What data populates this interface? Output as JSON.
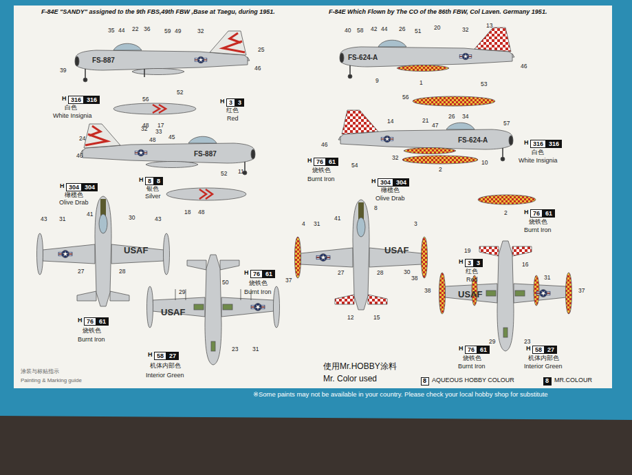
{
  "diagram": {
    "nodes": [
      {
        "text": [
          "316"
        ]
      },
      {
        "text": [
          "316"
        ]
      },
      {
        "text": [
          "3"
        ]
      },
      {
        "text": [
          "3"
        ]
      },
      {
        "text": [
          "8"
        ]
      },
      {
        "text": [
          "8"
        ]
      },
      {
        "text": [
          "304"
        ]
      },
      {
        "text": [
          "304"
        ]
      },
      {
        "text": [
          "76"
        ]
      },
      {
        "text": [
          "61"
        ]
      },
      {
        "text": [
          "76"
        ]
      },
      {
        "text": [
          "61"
        ]
      },
      {
        "text": [
          "58"
        ]
      },
      {
        "text": [
          "27"
        ]
      },
      {
        "text": [
          "76"
        ]
      },
      {
        "text": [
          "61"
        ]
      },
      {
        "text": [
          "304"
        ]
      },
      {
        "text": [
          "304"
        ]
      },
      {
        "text": [
          "316"
        ]
      },
      {
        "text": [
          "316"
        ]
      },
      {
        "text": [
          "76"
        ]
      },
      {
        "text": [
          "61"
        ]
      },
      {
        "text": [
          "3"
        ]
      },
      {
        "text": [
          "3"
        ]
      },
      {
        "text": [
          "76"
        ]
      },
      {
        "text": [
          "61"
        ]
      },
      {
        "text": [
          "58"
        ]
      },
      {
        "text": [
          "27"
        ]
      }
    ],
    "labels": [
      "F-84E \"SANDY\" assigned to the 9th FBS,49th FBW ,Base at Taegu, during 1951.",
      "F-84E Which Flown by The CO of the 86th FBW, Col Laven. Germany 1951.",
      "35",
      "44",
      "22",
      "36",
      "59",
      "49",
      "32",
      "25",
      "39",
      "46",
      "52",
      "56",
      "48",
      "17",
      "FS-887",
      "H",
      "白色",
      "White Insignia",
      "H",
      "红色",
      "Red",
      "24",
      "32",
      "33",
      "45",
      "48",
      "46",
      "FS-887",
      "52",
      "11",
      "18",
      "48",
      "H",
      "银色",
      "Silver",
      "H",
      "橄榄色",
      "Olive Drab",
      "43",
      "31",
      "41",
      "30",
      "43",
      "USAF",
      "27",
      "28",
      "H",
      "烧铁色",
      "Burnt Iron",
      "29",
      "50",
      "USAF",
      "23",
      "31",
      "H",
      "烧铁色",
      "Burnt Iron",
      "H",
      "机体内部色",
      "Interior Green",
      "涂装与标贴指示",
      "Painting & Marking guide",
      "40",
      "58",
      "42",
      "44",
      "26",
      "51",
      "20",
      "32",
      "13",
      "46",
      "FS-624-A",
      "9",
      "1",
      "53",
      "56",
      "14",
      "21",
      "47",
      "26",
      "34",
      "57",
      "46",
      "FS-624-A",
      "54",
      "32",
      "10",
      "2",
      "H",
      "烧铁色",
      "Burnt Iron",
      "H",
      "白色",
      "White Insignia",
      "H",
      "橄榄色",
      "Olive Drab",
      "4",
      "31",
      "41",
      "8",
      "3",
      "USAF",
      "27",
      "28",
      "30",
      "37",
      "38",
      "12",
      "15",
      "2",
      "H",
      "烧铁色",
      "Burnt Iron",
      "19",
      "16",
      "H",
      "红色",
      "Red",
      "38",
      "31",
      "37",
      "USAF",
      "29",
      "23",
      "H",
      "烧铁色",
      "Burnt Iron",
      "H",
      "机体内部色",
      "Interior Green",
      "使用Mr.HOBBY涂料",
      "Mr. Color used",
      "8",
      "8",
      "※Some paints may not be available in your country. Please check your local hobby shop for substitute"
    ],
    "legend": [
      {
        "text": "AQUEOUS HOBBY COLOUR",
        "color": "#ffffff"
      },
      {
        "text": "MR.COLOUR",
        "color": "#111111"
      }
    ]
  }
}
